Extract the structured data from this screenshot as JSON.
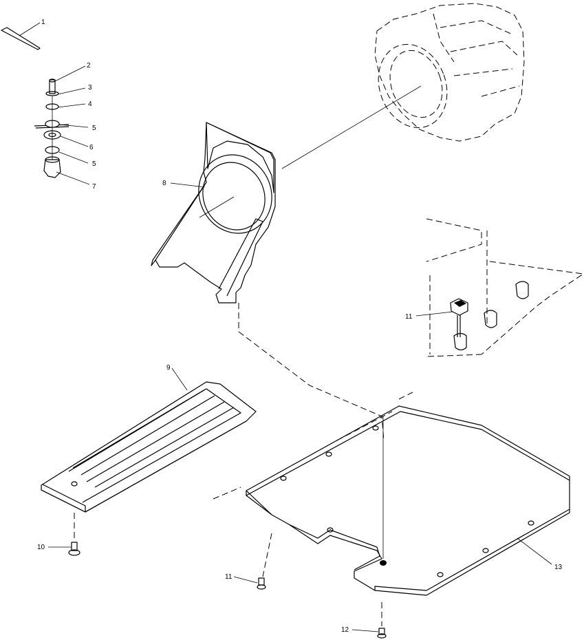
{
  "diagram": {
    "callouts": [
      {
        "id": "c1",
        "text": "1"
      },
      {
        "id": "c2",
        "text": "2"
      },
      {
        "id": "c3",
        "text": "3"
      },
      {
        "id": "c4",
        "text": "4"
      },
      {
        "id": "c5a",
        "text": "5"
      },
      {
        "id": "c6",
        "text": "6"
      },
      {
        "id": "c5b",
        "text": "5"
      },
      {
        "id": "c7",
        "text": "7"
      },
      {
        "id": "c8",
        "text": "8"
      },
      {
        "id": "c9",
        "text": "9"
      },
      {
        "id": "c10",
        "text": "10"
      },
      {
        "id": "c11a",
        "text": "11"
      },
      {
        "id": "c11b",
        "text": "11"
      },
      {
        "id": "c12",
        "text": "12"
      },
      {
        "id": "c13",
        "text": "13"
      }
    ],
    "parts": [
      "cable-tie",
      "stud",
      "washer",
      "spring-washer",
      "grommet",
      "bushing",
      "mount",
      "air-shroud",
      "step-plate",
      "screw",
      "fastener",
      "screw",
      "skid-plate",
      "engine-housing"
    ]
  }
}
